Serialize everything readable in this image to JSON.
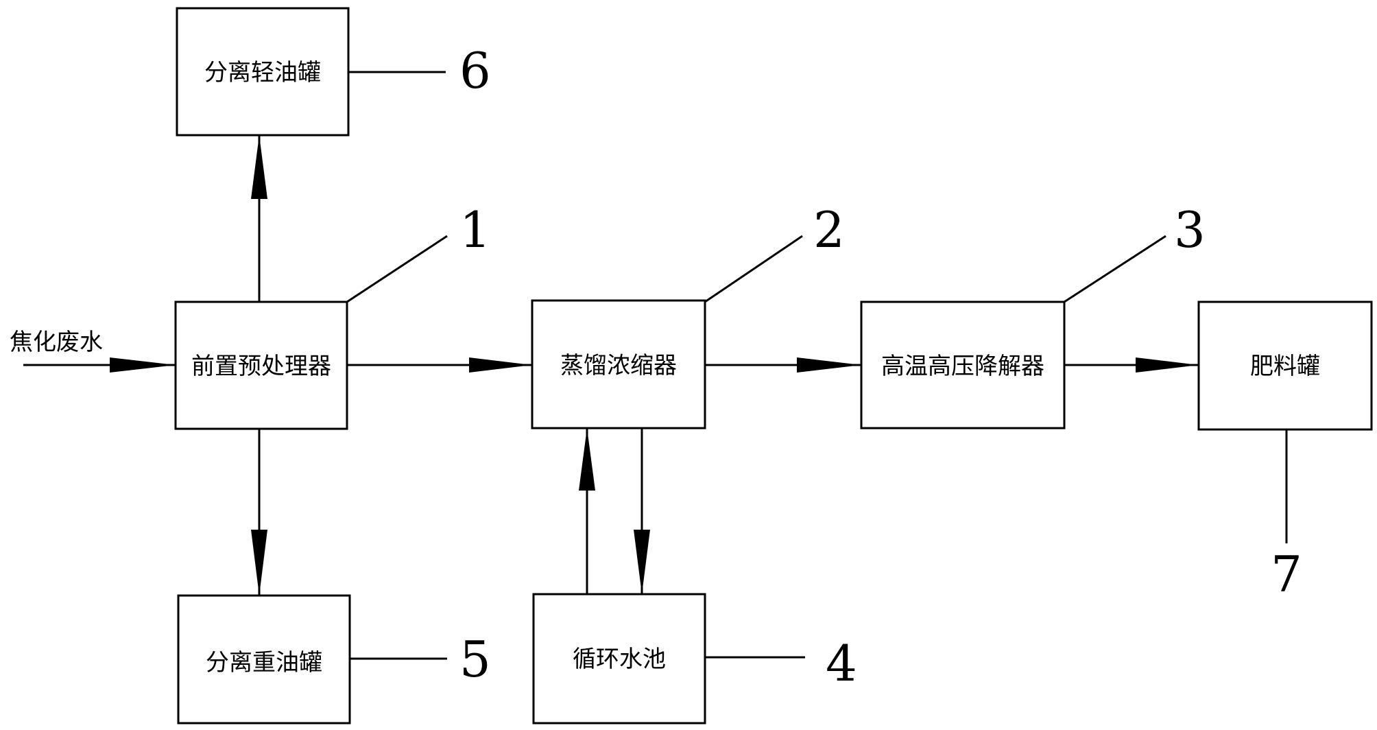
{
  "input_label": "焦化废水",
  "boxes": {
    "pretreatment": "前置预处理器",
    "light_oil_tank": "分离轻油罐",
    "heavy_oil_tank": "分离重油罐",
    "distillation": "蒸馏浓缩器",
    "circulation_pool": "循环水池",
    "degrader": "高温高压降解器",
    "fertilizer_tank": "肥料罐"
  },
  "refs": {
    "pretreatment": "1",
    "distillation": "2",
    "degrader": "3",
    "circulation_pool": "4",
    "heavy_oil_tank": "5",
    "light_oil_tank": "6",
    "fertilizer_tank": "7"
  }
}
